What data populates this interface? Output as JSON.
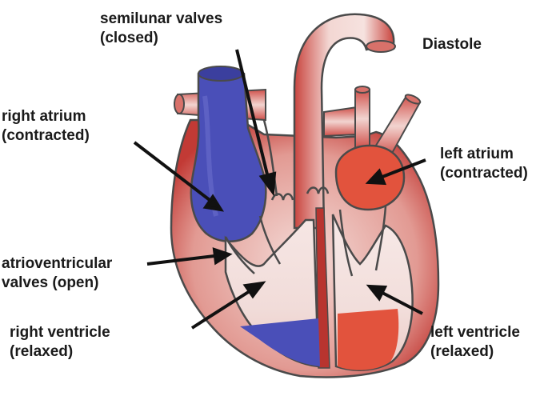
{
  "title": "Diastole",
  "labels": {
    "semilunar": {
      "line1": "semilunar valves",
      "line2": "(closed)"
    },
    "right_atrium": {
      "line1": "right atrium",
      "line2": "(contracted)"
    },
    "left_atrium": {
      "line1": "left atrium",
      "line2": "(contracted)"
    },
    "av_valves": {
      "line1": "atrioventricular",
      "line2": "valves (open)"
    },
    "right_ventricle": {
      "line1": "right ventricle",
      "line2": "(relaxed)"
    },
    "left_ventricle": {
      "line1": "left ventricle",
      "line2": "(relaxed)"
    }
  },
  "colors": {
    "deoxygenated_blood": "#4a4fb8",
    "oxygenated_blood": "#e2533d",
    "heart_muscle": "#c23a35",
    "muscle_light": "#ecc4c0",
    "outline": "#4a4a4a"
  }
}
